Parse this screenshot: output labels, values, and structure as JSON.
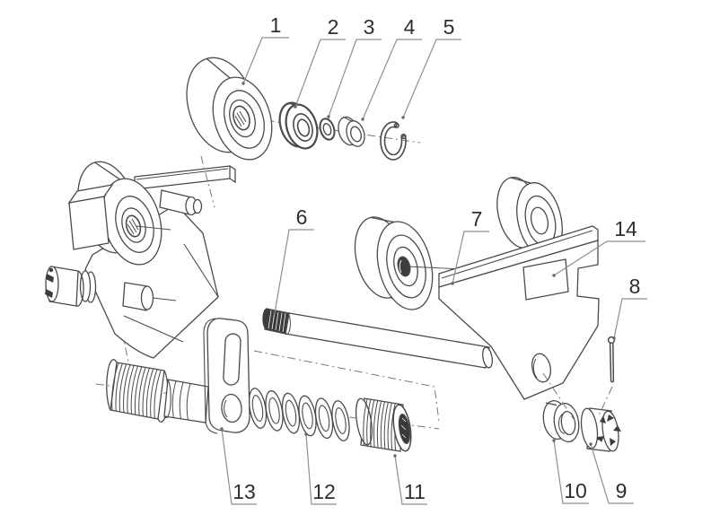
{
  "figure": {
    "type": "exploded-parts-diagram",
    "background": "#ffffff",
    "line_color": "#4a4a4a",
    "dark_fill": "#3c3c3c",
    "leader_color": "#8f8f8f",
    "labels": [
      {
        "number": "1",
        "part": "track-wheel"
      },
      {
        "number": "2",
        "part": "ball-bearing"
      },
      {
        "number": "3",
        "part": "washer"
      },
      {
        "number": "4",
        "part": "spacer-collar"
      },
      {
        "number": "5",
        "part": "circlip"
      },
      {
        "number": "6",
        "part": "suspension-shaft"
      },
      {
        "number": "7",
        "part": "side-plate"
      },
      {
        "number": "8",
        "part": "split-pin"
      },
      {
        "number": "9",
        "part": "castle-nut"
      },
      {
        "number": "10",
        "part": "flat-washer"
      },
      {
        "number": "11",
        "part": "threaded-sleeve"
      },
      {
        "number": "12",
        "part": "spring-washer-stack"
      },
      {
        "number": "13",
        "part": "suspension-bracket"
      },
      {
        "number": "14",
        "part": "nameplate"
      }
    ]
  }
}
